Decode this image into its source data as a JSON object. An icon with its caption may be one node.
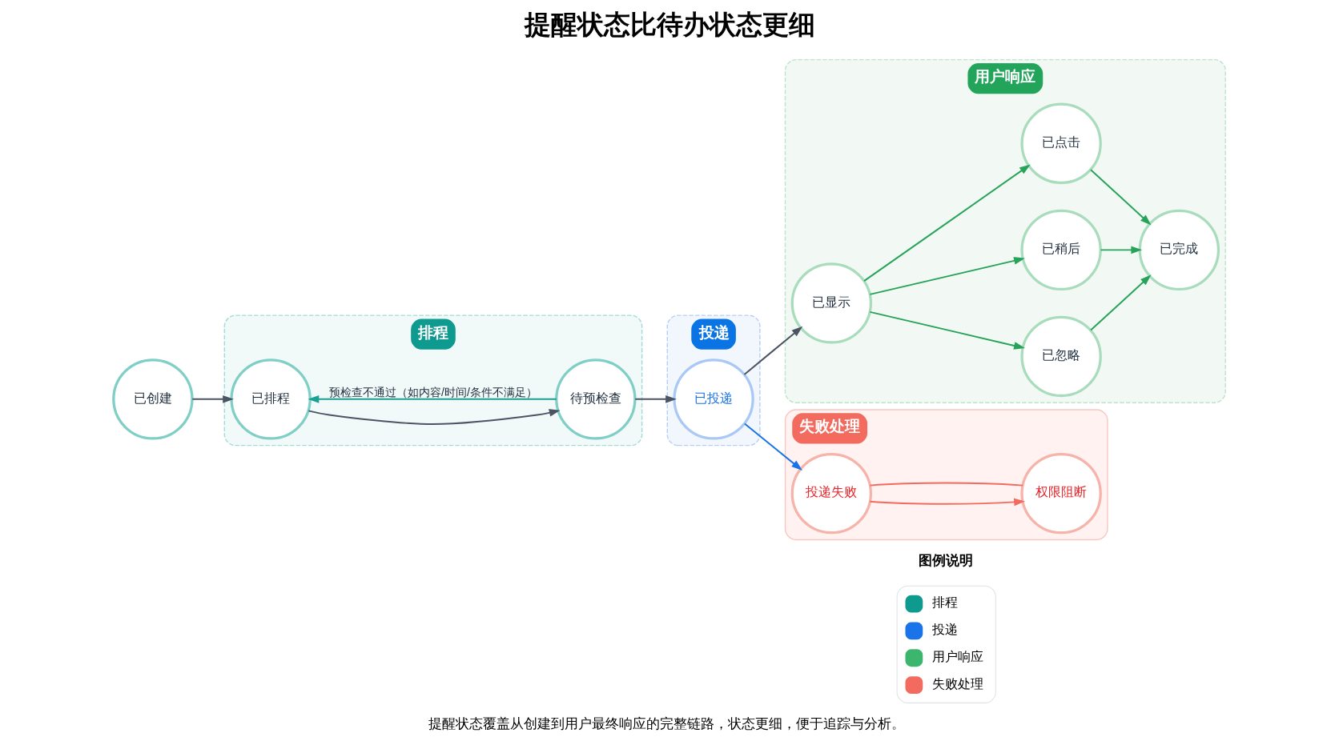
{
  "diagram": {
    "title": "提醒状态比待办状态更细",
    "caption": "提醒状态覆盖从创建到用户最终响应的完整链路，状态更细，便于追踪与分析。",
    "nodes": [
      {
        "text": [
          "已创建"
        ]
      },
      {
        "text": [
          "排程"
        ]
      },
      {
        "text": [
          "已排程"
        ],
        "in": 1
      },
      {
        "text": [
          "待预检查"
        ],
        "in": 1
      },
      {
        "text": [
          "投递"
        ]
      },
      {
        "text": [
          "已投递"
        ],
        "in": 4
      },
      {
        "text": [
          "用户响应"
        ]
      },
      {
        "text": [
          "已显示"
        ],
        "in": 6
      },
      {
        "text": [
          "已点击"
        ],
        "in": 6
      },
      {
        "text": [
          "已完成"
        ],
        "in": 6
      },
      {
        "text": [
          "已稍后"
        ],
        "in": 6
      },
      {
        "text": [
          "已忽略"
        ],
        "in": 6
      },
      {
        "text": [
          "失败处理"
        ]
      },
      {
        "text": [
          "投递失败"
        ],
        "in": 12
      },
      {
        "text": [
          "权限阻断"
        ],
        "in": 12
      }
    ],
    "edges": [
      {
        "from": 0,
        "to": 2,
        "arrow": "to",
        "color": "#4b5563"
      },
      {
        "from": 2,
        "to": 3,
        "arrow": "to",
        "color": "#4b5563"
      },
      {
        "from": 3,
        "to": 2,
        "arrow": "to",
        "label": "预检查不通过（如内容/时间/条件不满足）",
        "color": "#1aa095"
      },
      {
        "from": 3,
        "to": 5,
        "arrow": "to",
        "color": "#4b5563"
      },
      {
        "from": 5,
        "to": 7,
        "arrow": "to",
        "color": "#4b5563"
      },
      {
        "from": 5,
        "to": 13,
        "arrow": "to",
        "color": "#1a73e8"
      },
      {
        "from": 7,
        "to": 8,
        "arrow": "to"
      },
      {
        "from": 8,
        "to": 9,
        "arrow": "to"
      },
      {
        "from": 7,
        "to": 10,
        "arrow": "to"
      },
      {
        "from": 7,
        "to": 11,
        "arrow": "to"
      },
      {
        "from": 10,
        "to": 9,
        "arrow": "to"
      },
      {
        "from": 11,
        "to": 9,
        "arrow": "to"
      },
      {
        "from": 13,
        "to": 14,
        "arrow": "to",
        "color": "#f26b5e"
      },
      {
        "from": 13,
        "to": 14,
        "arrow": "none",
        "color": "#f26b5e"
      }
    ],
    "labels": [
      "图例说明"
    ],
    "legend": [
      {
        "text": "排程",
        "color": "#0e9a8f"
      },
      {
        "text": "投递",
        "color": "#1a73e8"
      },
      {
        "text": "用户响应",
        "color": "#3cb56e"
      },
      {
        "text": "失败处理",
        "color": "#f26b5e"
      }
    ]
  }
}
